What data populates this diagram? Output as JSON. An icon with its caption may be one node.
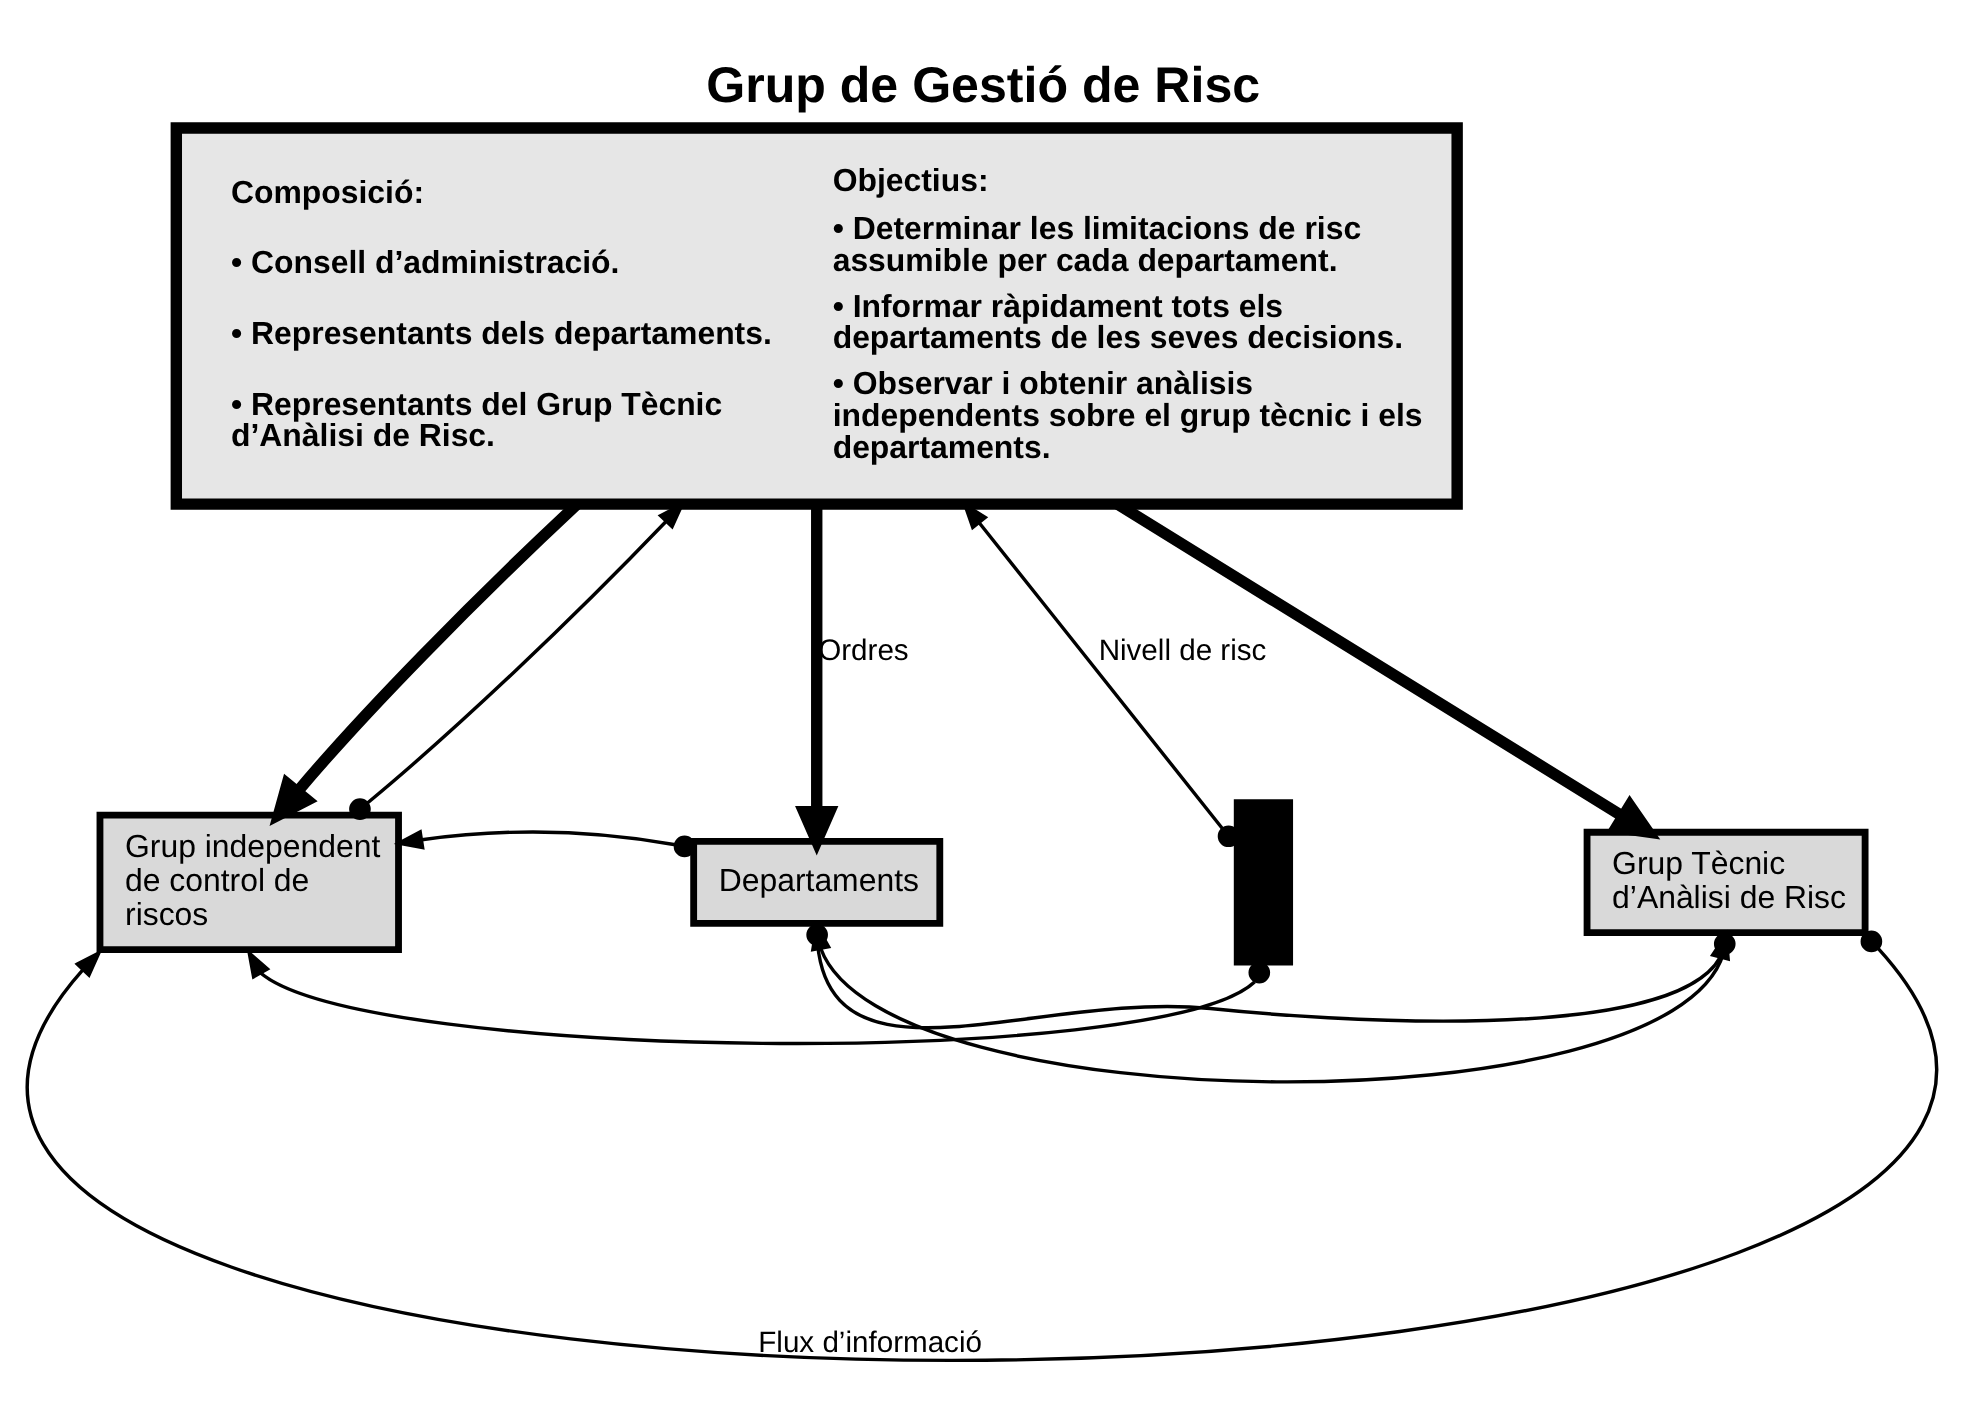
{
  "diagram": {
    "title": "Grup de Gestió de Risc",
    "nodes": [
      {
        "text": [
          "Composició:",
          "• Consell d’administració.",
          "• Representants dels departaments.",
          "• Representants del Grup Tècnic d’Anàlisi de Risc.",
          "Objectius:",
          "• Determinar les limitacions de risc assumible per cada departament.",
          "• Informar ràpidament tots els departaments de les seves decisions.",
          "• Observar i obtenir anàlisis independents sobre el grup tècnic i els departaments."
        ]
      },
      {
        "text": [
          "Grup independent de control de riscos"
        ]
      },
      {
        "text": [
          "Departaments"
        ]
      },
      {
        "text": [],
        "shape": "bar"
      },
      {
        "text": [
          "Grup Tècnic d’Anàlisi de Risc"
        ]
      }
    ],
    "edges": [
      {
        "from": 0,
        "to": 1,
        "arrow": "to",
        "style": "thick"
      },
      {
        "from": 1,
        "to": 0,
        "arrow": "to"
      },
      {
        "from": 0,
        "to": 2,
        "arrow": "to",
        "style": "thick",
        "label": "Ordres"
      },
      {
        "from": 3,
        "to": 0,
        "arrow": "to",
        "label": "Nivell de risc"
      },
      {
        "from": 0,
        "to": 4,
        "arrow": "to",
        "style": "thick"
      },
      {
        "from": 3,
        "to": 1,
        "arrow": "to"
      },
      {
        "from": 2,
        "to": 1,
        "arrow": "to"
      },
      {
        "from": 2,
        "to": 4,
        "arrow": "to"
      },
      {
        "from": 4,
        "to": 2,
        "arrow": "to"
      },
      {
        "from": 4,
        "to": 1,
        "arrow": "to",
        "label": "Flux d’informació"
      }
    ]
  }
}
